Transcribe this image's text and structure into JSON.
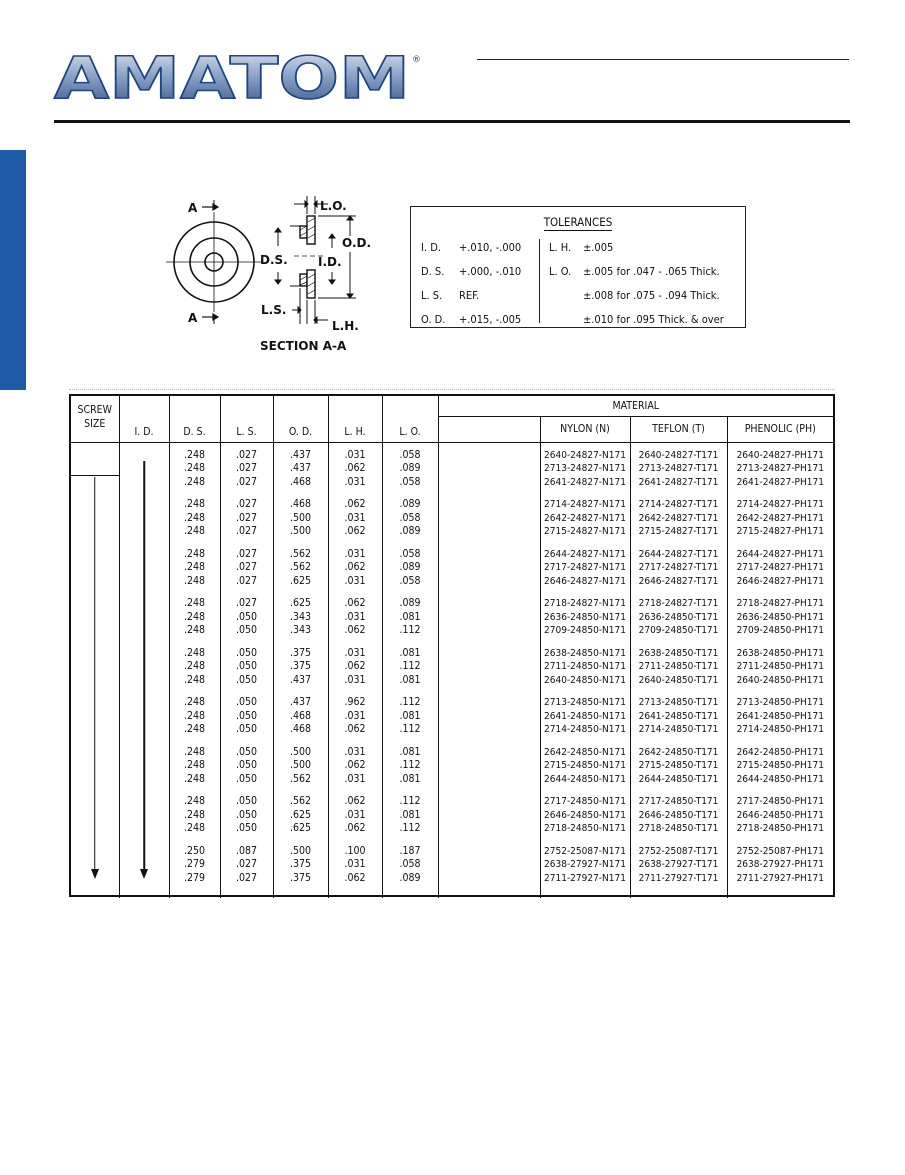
{
  "brand": {
    "name": "AMATOM",
    "registered": "®"
  },
  "diagram": {
    "labels": {
      "a_top": "A",
      "a_bottom": "A",
      "lo": "L.O.",
      "od": "O.D.",
      "ds": "D.S.",
      "id": "I.D.",
      "ls": "L.S.",
      "lh": "L.H.",
      "section": "SECTION A-A"
    }
  },
  "tolerances": {
    "title": "TOLERANCES",
    "left": [
      {
        "key": "I. D.",
        "value": "+.010, -.000"
      },
      {
        "key": "D. S.",
        "value": "+.000, -.010"
      },
      {
        "key": "L. S.",
        "value": "REF."
      },
      {
        "key": "O. D.",
        "value": "+.015, -.005"
      }
    ],
    "right": [
      {
        "key": "L. H.",
        "value": "±.005"
      },
      {
        "key": "L. O.",
        "value": "±.005 for .047 - .065 Thick."
      },
      {
        "key": "",
        "value": "±.008 for .075 - .094 Thick."
      },
      {
        "key": "",
        "value": "±.010 for .095 Thick. & over"
      }
    ]
  },
  "table": {
    "headers": {
      "screw_size": "SCREW SIZE",
      "id": "I. D.",
      "ds": "D. S.",
      "ls": "L. S.",
      "od": "O. D.",
      "lh": "L. H.",
      "lo": "L. O.",
      "material": "MATERIAL",
      "nylon": "NYLON (N)",
      "teflon": "TEFLON (T)",
      "phenolic": "PHENOLIC (PH)"
    },
    "groups": [
      {
        "ds": [
          ".248",
          ".248",
          ".248"
        ],
        "ls": [
          ".027",
          ".027",
          ".027"
        ],
        "od": [
          ".437",
          ".437",
          ".468"
        ],
        "lh": [
          ".031",
          ".062",
          ".031"
        ],
        "lo": [
          ".058",
          ".089",
          ".058"
        ],
        "nylon": [
          "2640-24827-N171",
          "2713-24827-N171",
          "2641-24827-N171"
        ],
        "teflon": [
          "2640-24827-T171",
          "2713-24827-T171",
          "2641-24827-T171"
        ],
        "phenolic": [
          "2640-24827-PH171",
          "2713-24827-PH171",
          "2641-24827-PH171"
        ]
      },
      {
        "ds": [
          ".248",
          ".248",
          ".248"
        ],
        "ls": [
          ".027",
          ".027",
          ".027"
        ],
        "od": [
          ".468",
          ".500",
          ".500"
        ],
        "lh": [
          ".062",
          ".031",
          ".062"
        ],
        "lo": [
          ".089",
          ".058",
          ".089"
        ],
        "nylon": [
          "2714-24827-N171",
          "2642-24827-N171",
          "2715-24827-N171"
        ],
        "teflon": [
          "2714-24827-T171",
          "2642-24827-T171",
          "2715-24827-T171"
        ],
        "phenolic": [
          "2714-24827-PH171",
          "2642-24827-PH171",
          "2715-24827-PH171"
        ]
      },
      {
        "ds": [
          ".248",
          ".248",
          ".248"
        ],
        "ls": [
          ".027",
          ".027",
          ".027"
        ],
        "od": [
          ".562",
          ".562",
          ".625"
        ],
        "lh": [
          ".031",
          ".062",
          ".031"
        ],
        "lo": [
          ".058",
          ".089",
          ".058"
        ],
        "nylon": [
          "2644-24827-N171",
          "2717-24827-N171",
          "2646-24827-N171"
        ],
        "teflon": [
          "2644-24827-T171",
          "2717-24827-T171",
          "2646-24827-T171"
        ],
        "phenolic": [
          "2644-24827-PH171",
          "2717-24827-PH171",
          "2646-24827-PH171"
        ]
      },
      {
        "ds": [
          ".248",
          ".248",
          ".248"
        ],
        "ls": [
          ".027",
          ".050",
          ".050"
        ],
        "od": [
          ".625",
          ".343",
          ".343"
        ],
        "lh": [
          ".062",
          ".031",
          ".062"
        ],
        "lo": [
          ".089",
          ".081",
          ".112"
        ],
        "nylon": [
          "2718-24827-N171",
          "2636-24850-N171",
          "2709-24850-N171"
        ],
        "teflon": [
          "2718-24827-T171",
          "2636-24850-T171",
          "2709-24850-T171"
        ],
        "phenolic": [
          "2718-24827-PH171",
          "2636-24850-PH171",
          "2709-24850-PH171"
        ]
      },
      {
        "ds": [
          ".248",
          ".248",
          ".248"
        ],
        "ls": [
          ".050",
          ".050",
          ".050"
        ],
        "od": [
          ".375",
          ".375",
          ".437"
        ],
        "lh": [
          ".031",
          ".062",
          ".031"
        ],
        "lo": [
          ".081",
          ".112",
          ".081"
        ],
        "nylon": [
          "2638-24850-N171",
          "2711-24850-N171",
          "2640-24850-N171"
        ],
        "teflon": [
          "2638-24850-T171",
          "2711-24850-T171",
          "2640-24850-T171"
        ],
        "phenolic": [
          "2638-24850-PH171",
          "2711-24850-PH171",
          "2640-24850-PH171"
        ]
      },
      {
        "ds": [
          ".248",
          ".248",
          ".248"
        ],
        "ls": [
          ".050",
          ".050",
          ".050"
        ],
        "od": [
          ".437",
          ".468",
          ".468"
        ],
        "lh": [
          ".962",
          ".031",
          ".062"
        ],
        "lo": [
          ".112",
          ".081",
          ".112"
        ],
        "nylon": [
          "2713-24850-N171",
          "2641-24850-N171",
          "2714-24850-N171"
        ],
        "teflon": [
          "2713-24850-T171",
          "2641-24850-T171",
          "2714-24850-T171"
        ],
        "phenolic": [
          "2713-24850-PH171",
          "2641-24850-PH171",
          "2714-24850-PH171"
        ]
      },
      {
        "ds": [
          ".248",
          ".248",
          ".248"
        ],
        "ls": [
          ".050",
          ".050",
          ".050"
        ],
        "od": [
          ".500",
          ".500",
          ".562"
        ],
        "lh": [
          ".031",
          ".062",
          ".031"
        ],
        "lo": [
          ".081",
          ".112",
          ".081"
        ],
        "nylon": [
          "2642-24850-N171",
          "2715-24850-N171",
          "2644-24850-N171"
        ],
        "teflon": [
          "2642-24850-T171",
          "2715-24850-T171",
          "2644-24850-T171"
        ],
        "phenolic": [
          "2642-24850-PH171",
          "2715-24850-PH171",
          "2644-24850-PH171"
        ]
      },
      {
        "ds": [
          ".248",
          ".248",
          ".248"
        ],
        "ls": [
          ".050",
          ".050",
          ".050"
        ],
        "od": [
          ".562",
          ".625",
          ".625"
        ],
        "lh": [
          ".062",
          ".031",
          ".062"
        ],
        "lo": [
          ".112",
          ".081",
          ".112"
        ],
        "nylon": [
          "2717-24850-N171",
          "2646-24850-N171",
          "2718-24850-N171"
        ],
        "teflon": [
          "2717-24850-T171",
          "2646-24850-T171",
          "2718-24850-T171"
        ],
        "phenolic": [
          "2717-24850-PH171",
          "2646-24850-PH171",
          "2718-24850-PH171"
        ]
      },
      {
        "ds": [
          ".250",
          ".279",
          ".279"
        ],
        "ls": [
          ".087",
          ".027",
          ".027"
        ],
        "od": [
          ".500",
          ".375",
          ".375"
        ],
        "lh": [
          ".100",
          ".031",
          ".062"
        ],
        "lo": [
          ".187",
          ".058",
          ".089"
        ],
        "nylon": [
          "2752-25087-N171",
          "2638-27927-N171",
          "2711-27927-N171"
        ],
        "teflon": [
          "2752-25087-T171",
          "2638-27927-T171",
          "2711-27927-T171"
        ],
        "phenolic": [
          "2752-25087-PH171",
          "2638-27927-PH171",
          "2711-27927-PH171"
        ]
      }
    ]
  }
}
